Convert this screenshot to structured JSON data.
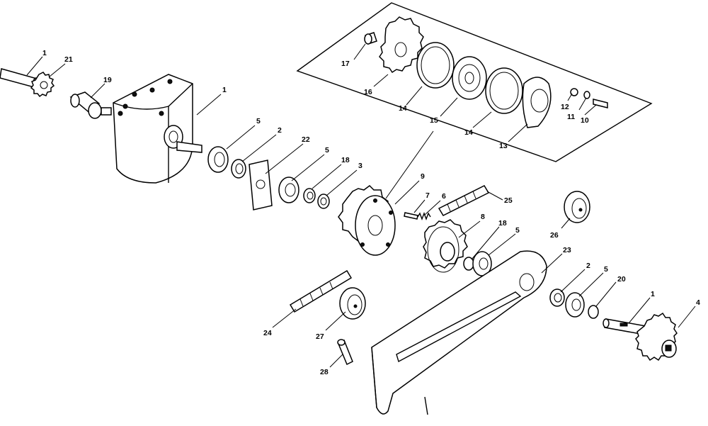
{
  "labels": {
    "l1a": "1",
    "l21": "21",
    "l19": "19",
    "l1b": "1",
    "l5a": "5",
    "l2a": "2",
    "l22": "22",
    "l5b": "5",
    "l18a": "18",
    "l3": "3",
    "l9": "9",
    "l7": "7",
    "l6": "6",
    "l25": "25",
    "l8": "8",
    "l18b": "18",
    "l5c": "5",
    "l17": "17",
    "l16": "16",
    "l14a": "14",
    "l15": "15",
    "l14b": "14",
    "l13": "13",
    "l12": "12",
    "l11": "11",
    "l10": "10",
    "l26": "26",
    "l23": "23",
    "l2b": "2",
    "l5d": "5",
    "l20": "20",
    "l1c": "1",
    "l4": "4",
    "l24": "24",
    "l27": "27",
    "l28": "28"
  }
}
